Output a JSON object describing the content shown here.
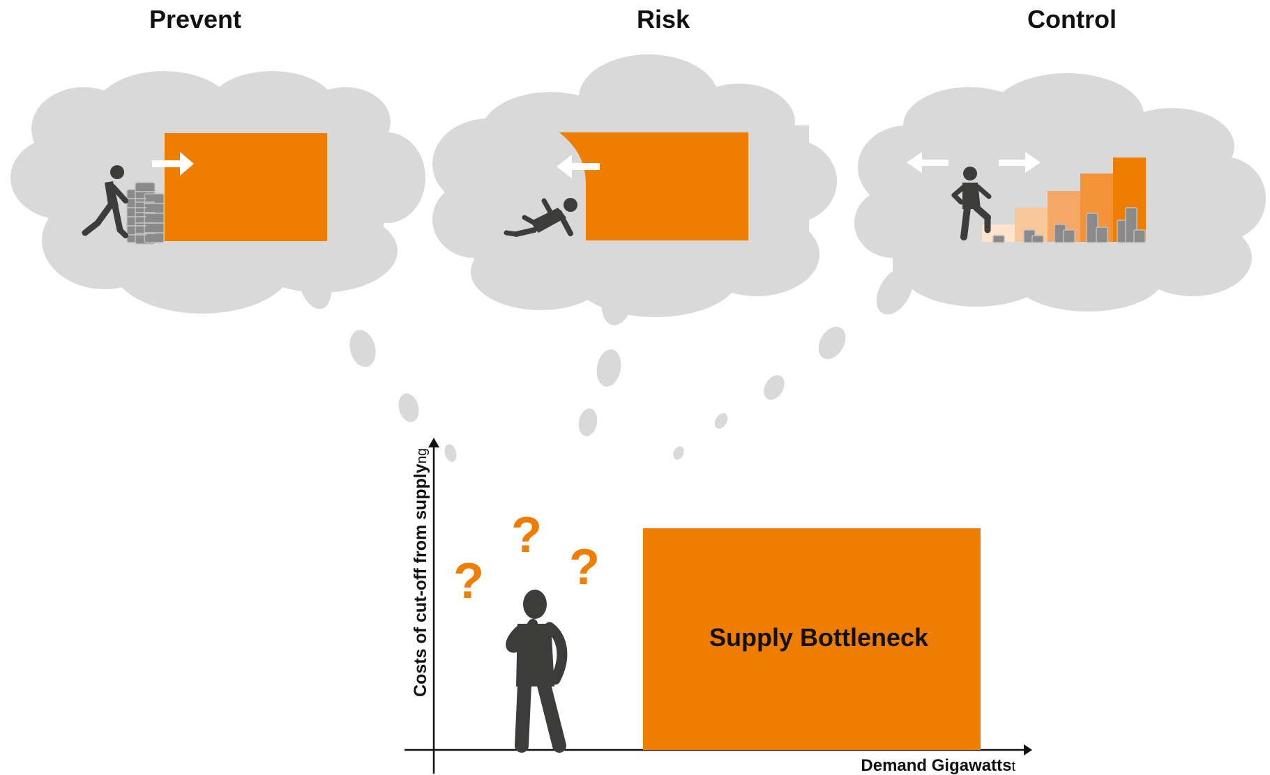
{
  "headings": {
    "prevent": "Prevent",
    "risk": "Risk",
    "control": "Control"
  },
  "chart": {
    "y_label": "Costs of cut-off from supply",
    "y_label_tail": "ng",
    "x_label": "Demand Gigawatts",
    "x_label_tail": "t",
    "box_label": "Supply Bottleneck",
    "question_mark": "?"
  },
  "colors": {
    "orange": "#EE7D00",
    "cloud_gray": "#D9D9D9",
    "figure_dark": "#3C3C3B",
    "coin_gray": "#8A8A8A",
    "light_orange_1": "#FCE4CC",
    "light_orange_2": "#F9C89A",
    "light_orange_3": "#F5A766"
  },
  "icons": {
    "prevent": [
      "walking-person-icon",
      "coin-stack-icon",
      "arrow-right-icon"
    ],
    "risk": [
      "fallen-person-icon",
      "arrow-left-icon"
    ],
    "control": [
      "standing-person-icon",
      "arrow-left-icon",
      "arrow-right-icon",
      "coin-stack-icon"
    ],
    "chart": [
      "thinking-person-icon",
      "question-mark-icon"
    ]
  }
}
